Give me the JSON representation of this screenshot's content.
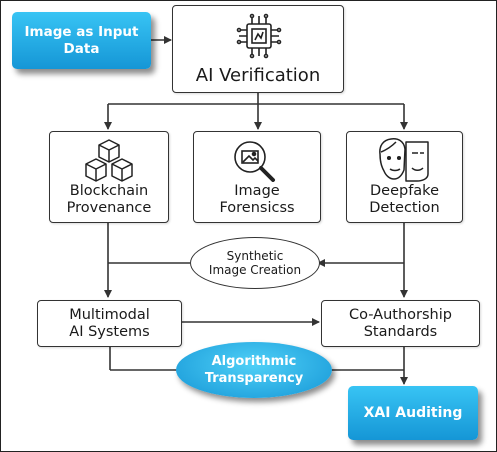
{
  "diagram": {
    "input": {
      "lines": [
        "Image as Input",
        "Data"
      ]
    },
    "ai_verification": {
      "label": "AI Verification"
    },
    "blockchain": {
      "lines": [
        "Blockchain",
        "Provenance"
      ]
    },
    "forensics": {
      "lines": [
        "Image",
        "Forensicss"
      ]
    },
    "deepfake": {
      "lines": [
        "Deepfake",
        "Detection"
      ]
    },
    "synthetic": {
      "lines": [
        "Synthetic",
        "Image Creation"
      ]
    },
    "multimodal": {
      "lines": [
        "Multimodal",
        "AI Systems"
      ]
    },
    "coauthorship": {
      "lines": [
        "Co-Authorship",
        "Standards"
      ]
    },
    "transparency": {
      "lines": [
        "Algorithmic",
        "Transparency"
      ]
    },
    "xai": {
      "label": "XAI Auditing"
    }
  },
  "icons": [
    "chip-icon",
    "cubes-icon",
    "magnifier-image-icon",
    "faces-icon"
  ],
  "colors": {
    "accent_top": "#38c4f4",
    "accent_bottom": "#1596d6",
    "line": "#333333"
  }
}
